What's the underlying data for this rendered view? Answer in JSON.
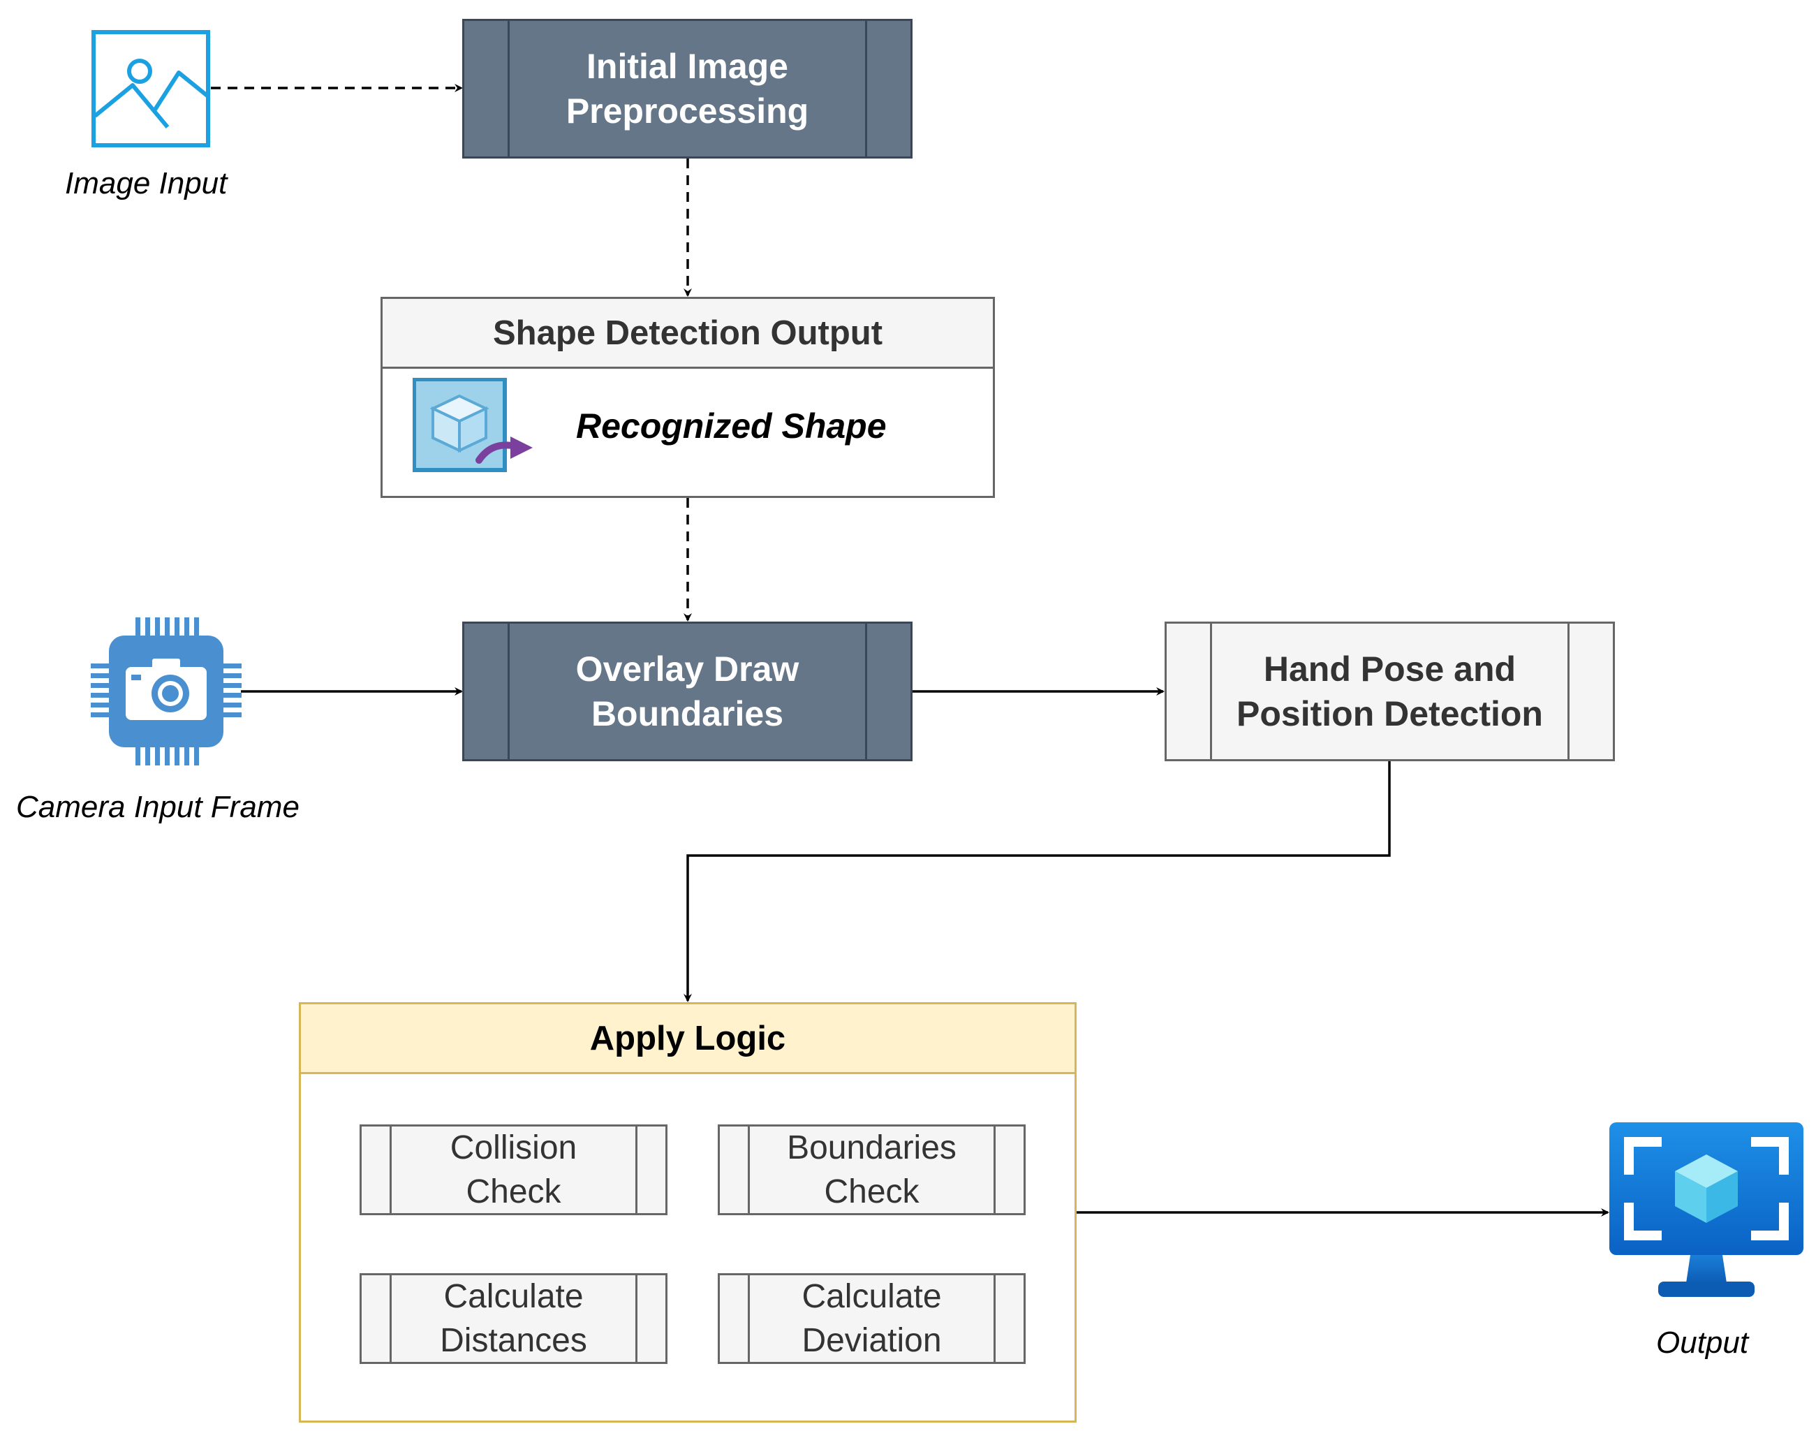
{
  "nodes": {
    "initial_preprocessing": "Initial Image\nPreprocessing",
    "shape_detection": {
      "title": "Shape Detection Output",
      "recognized": "Recognized Shape"
    },
    "overlay_draw": "Overlay Draw\nBoundaries",
    "hand_pose": "Hand Pose and\nPosition Detection",
    "apply_logic": {
      "title": "Apply Logic",
      "collision": "Collision\nCheck",
      "boundaries": "Boundaries\nCheck",
      "distances": "Calculate\nDistances",
      "deviation": "Calculate\nDeviation"
    }
  },
  "captions": {
    "image_input": "Image Input",
    "camera_input": "Camera Input Frame",
    "output": "Output"
  },
  "icons": {
    "image_input": "image-icon",
    "camera_input": "camera-chip-icon",
    "recognized_shape": "cube-shape-icon",
    "output": "monitor-cube-icon"
  },
  "colors": {
    "dark_process": "#647687",
    "light_process": "#f5f5f5",
    "logic_header": "#fff2cc",
    "logic_border": "#d6b656",
    "icon_blue": "#1ba1e2"
  }
}
